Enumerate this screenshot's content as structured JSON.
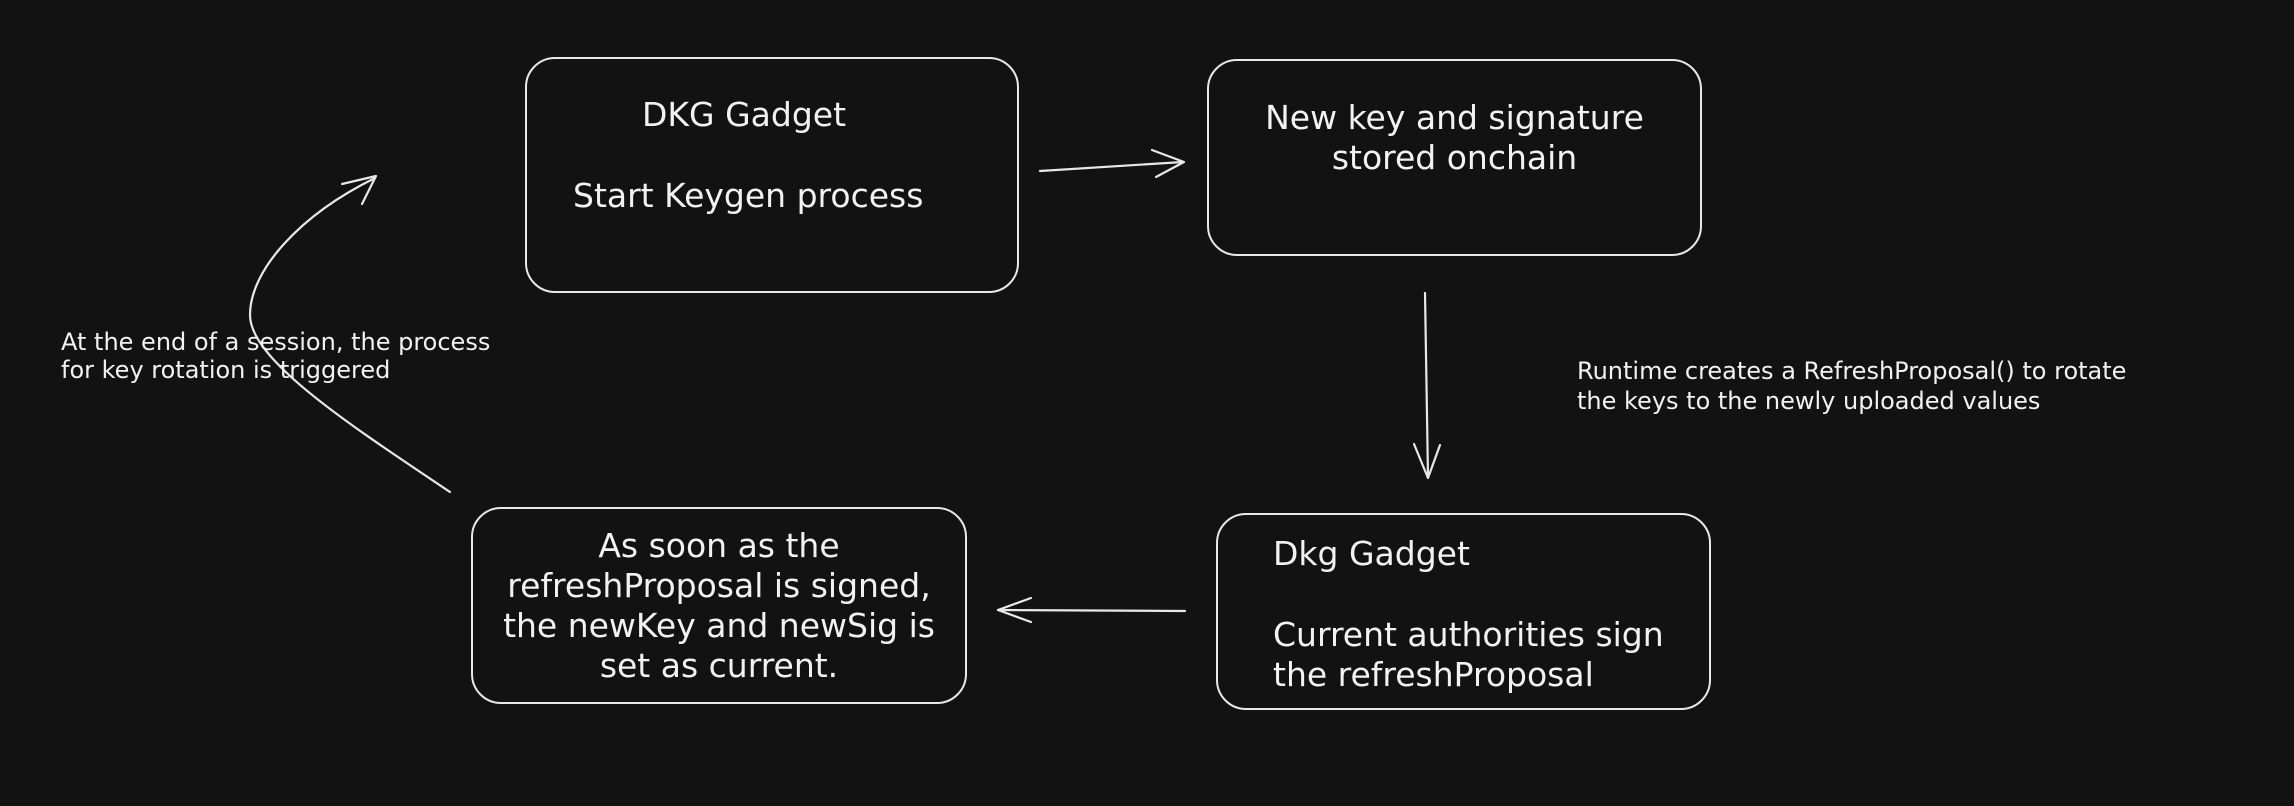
{
  "nodes": {
    "keygen": {
      "title": "DKG Gadget",
      "body": "Start Keygen process"
    },
    "stored": {
      "line1": "New key and signature",
      "line2": "stored onchain"
    },
    "sign": {
      "title": "Dkg Gadget",
      "line1": "Current authorities sign",
      "line2": "the refreshProposal"
    },
    "current": {
      "line1": "As soon as the",
      "line2": "refreshProposal is signed,",
      "line3": "the newKey and newSig is",
      "line4": "set as current."
    }
  },
  "annotations": {
    "runtime": {
      "line1": "Runtime creates a RefreshProposal() to rotate",
      "line2": "the keys to the newly uploaded values"
    },
    "session": {
      "line1": "At the end of a session, the process",
      "line2": "for key rotation is triggered"
    }
  },
  "colors": {
    "background": "#121212",
    "stroke": "#e8e8e8",
    "text": "#f2f2f2"
  }
}
